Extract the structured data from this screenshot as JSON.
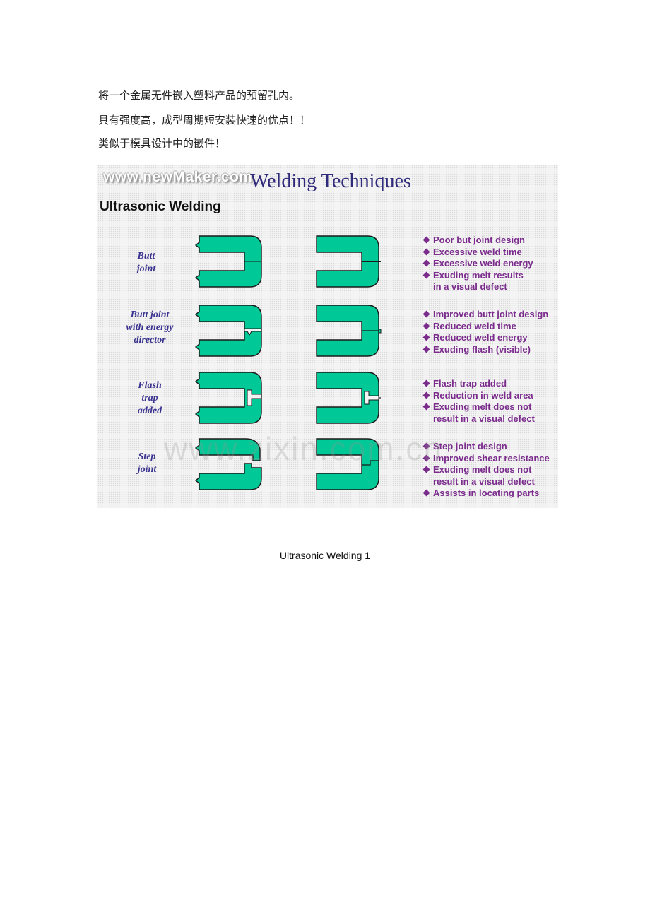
{
  "paragraphs": [
    "将一个金属无件嵌入塑料产品的预留孔内。",
    "具有强度高，成型周期短安装快速的优点！！",
    "类似于模具设计中的嵌件！"
  ],
  "figure": {
    "watermark_site": "www.newMaker.com",
    "title": "Welding Techniques",
    "subtitle": "Ultrasonic Welding",
    "rows": [
      {
        "label": "Butt\njoint",
        "bullets": [
          "Poor but joint design",
          "Excessive weld time",
          "Excessive weld energy",
          "Exuding melt results\nin a visual defect"
        ]
      },
      {
        "label": "Butt joint\nwith energy\ndirector",
        "bullets": [
          "Improved butt joint design",
          "Reduced weld time",
          "Reduced weld energy",
          "Exuding flash (visible)"
        ]
      },
      {
        "label": "Flash\ntrap\nadded",
        "bullets": [
          "Flash trap added",
          "Reduction in weld area",
          "Exuding melt does not\nresult in a visual defect"
        ]
      },
      {
        "label": "Step\njoint",
        "bullets": [
          "Step joint design",
          "Improved shear resistance",
          "Exuding melt does not\nresult in a visual defect",
          "Assists in locating parts"
        ]
      }
    ],
    "colors": {
      "part_fill": "#00c896",
      "part_stroke": "#1a1a1a",
      "bullet_text": "#7a2b8c",
      "label_text": "#3a3390"
    },
    "watermark_overlay": "www.zixin.com.cn"
  },
  "caption": "Ultrasonic Welding 1"
}
